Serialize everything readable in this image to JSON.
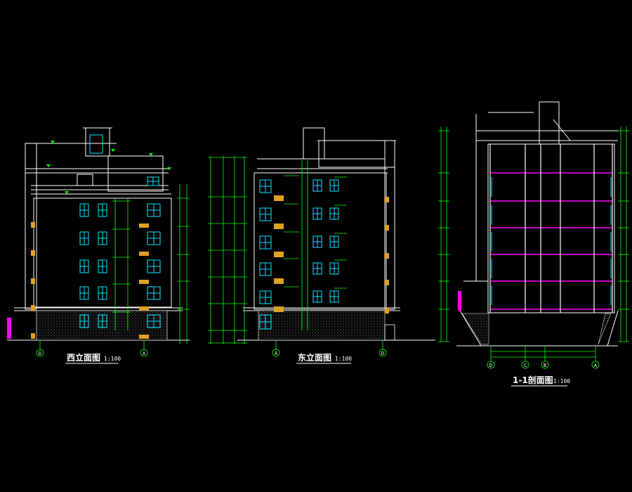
{
  "drawing": {
    "background_color": "#000000",
    "colors": {
      "outline": "#ffffff",
      "window": "#00e5ff",
      "dimension": "#00ff00",
      "accent": "#ff00ff",
      "panel": "#e0a020",
      "text": "#ffffff"
    },
    "views": [
      {
        "title": "西立面图",
        "scale": "1:100",
        "axis_left": "D",
        "axis_right": "A"
      },
      {
        "title": "东立面图",
        "scale": "1:100",
        "axis_left": "A",
        "axis_right": "D"
      },
      {
        "title": "1-1剖面图",
        "scale": "1:100",
        "axes": [
          "D",
          "C",
          "B",
          "A"
        ]
      }
    ]
  }
}
